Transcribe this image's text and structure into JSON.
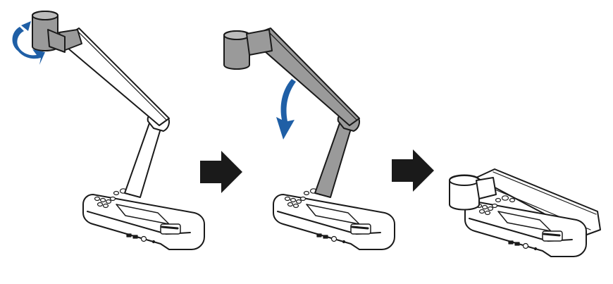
{
  "figure": {
    "steps": [
      {
        "name": "step-1-rotate-camera-head",
        "highlight_color": "#9a9a9a"
      },
      {
        "name": "step-2-lower-arm",
        "highlight_color": "#9a9a9a"
      },
      {
        "name": "step-3-folded",
        "highlight_color": "#ffffff"
      }
    ],
    "arrows": [
      {
        "name": "rotate-arrow-icon",
        "color": "#1f5fa6"
      },
      {
        "name": "down-arrow-icon",
        "color": "#1f5fa6"
      },
      {
        "name": "next-arrow-icon",
        "color": "#1a1a1a"
      },
      {
        "name": "next-arrow-icon",
        "color": "#1a1a1a"
      }
    ],
    "colors": {
      "outline": "#1a1a1a",
      "fill": "#ffffff",
      "highlight": "#9a9a9a",
      "motion_arrow": "#1f5fa6",
      "step_arrow": "#1a1a1a"
    }
  }
}
